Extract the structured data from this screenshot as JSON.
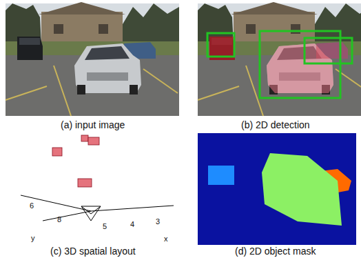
{
  "diagram": {
    "labels": [
      "(a) input image",
      "(b) 2D detection",
      "(c) 3D spatial layout",
      "(d) 2D object mask",
      "6",
      "8",
      "y",
      "5",
      "4",
      "3",
      "x"
    ]
  }
}
